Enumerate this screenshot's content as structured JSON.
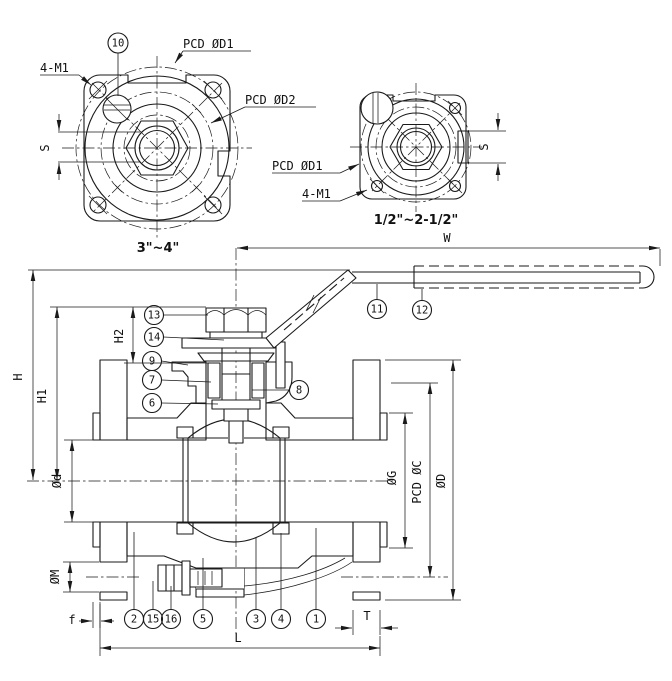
{
  "views": {
    "large": {
      "title": "3\"~4\"",
      "pcd_d1": "PCD ØD1",
      "pcd_d2": "PCD ØD2",
      "bolt_spec": "4-M1",
      "dim_s": "S"
    },
    "small": {
      "title": "1/2\"~2-1/2\"",
      "pcd_d1": "PCD ØD1",
      "bolt_spec": "4-M1",
      "dim_s": "S"
    }
  },
  "section": {
    "dim_w": "W",
    "dim_h": "H",
    "dim_h1": "H1",
    "dim_h2": "H2",
    "dim_bore": "Ød",
    "dim_m": "ØM",
    "dim_f": "f",
    "dim_l": "L",
    "dim_t": "T",
    "dim_g": "ØG",
    "dim_pcd_c": "PCD ØC",
    "dim_d": "ØD"
  },
  "balloons": {
    "b1": "1",
    "b2": "2",
    "b3": "3",
    "b4": "4",
    "b5": "5",
    "b6": "6",
    "b7": "7",
    "b8": "8",
    "b9": "9",
    "b10": "10",
    "b11": "11",
    "b12": "12",
    "b13": "13",
    "b14": "14",
    "b15": "15",
    "b16": "16"
  },
  "colors": {
    "line": "#1a1a1a",
    "background": "#ffffff"
  }
}
